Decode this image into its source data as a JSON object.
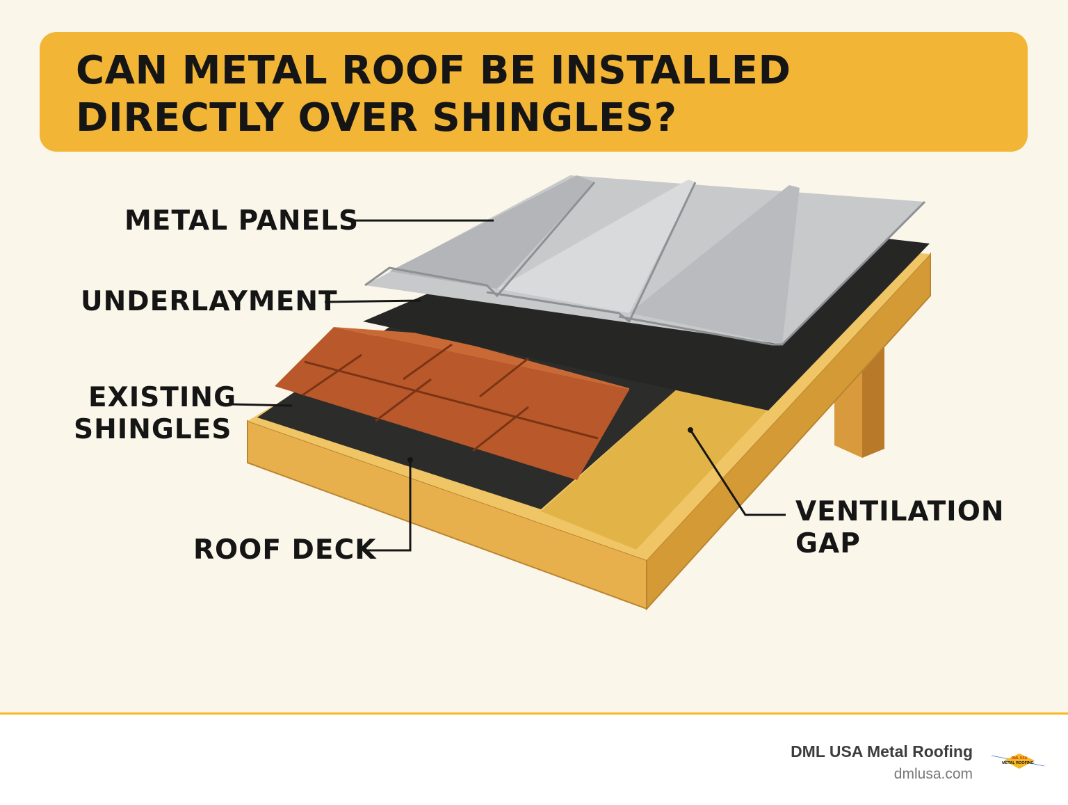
{
  "title": "CAN METAL ROOF BE INSTALLED DIRECTLY OVER SHINGLES?",
  "labels": {
    "metal_panels": "METAL PANELS",
    "underlayment": "UNDERLAYMENT",
    "existing_shingles_1": "EXISTING",
    "existing_shingles_2": "SHINGLES",
    "roof_deck": "ROOF DECK",
    "ventilation_gap_1": "VENTILATION",
    "ventilation_gap_2": "GAP"
  },
  "footer": {
    "brand": "DML USA Metal Roofing",
    "url": "dmlusa.com",
    "logo_text_1": "DML USA",
    "logo_text_2": "METAL ROOFING"
  },
  "colors": {
    "banner": "#f2b535",
    "background": "#fbf6ea",
    "accent_line": "#f5b820"
  }
}
